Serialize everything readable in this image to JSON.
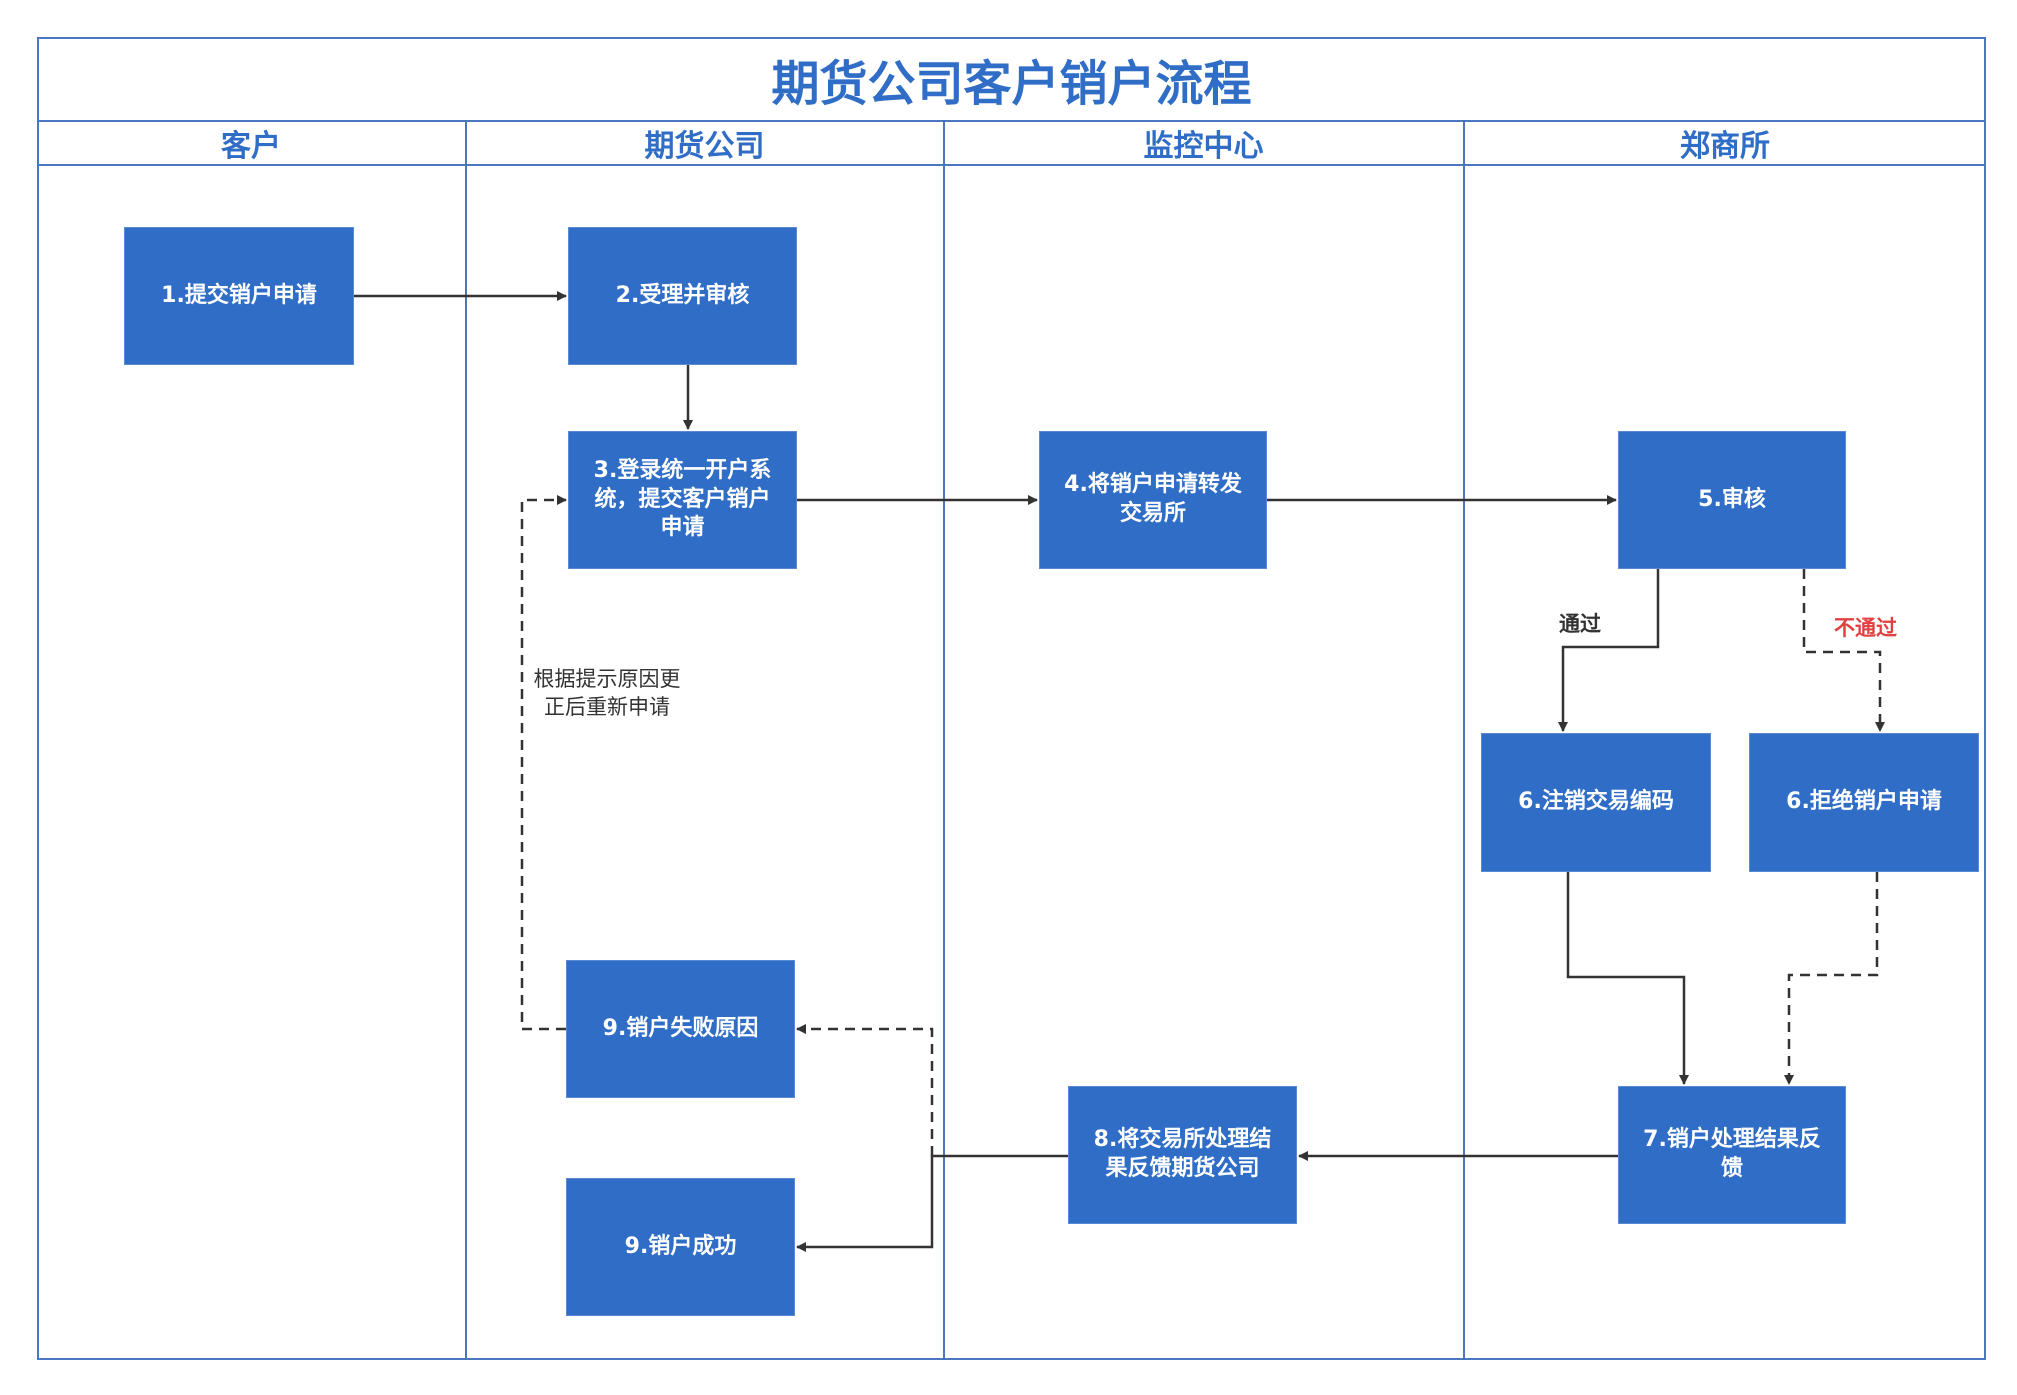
{
  "title": "期货公司客户销户流程",
  "lanes": [
    {
      "label": "客户"
    },
    {
      "label": "期货公司"
    },
    {
      "label": "监控中心"
    },
    {
      "label": "郑商所"
    }
  ],
  "steps": {
    "s1": "1.提交销户申请",
    "s2": "2.受理并审核",
    "s3": "3.登录统一开户系统，提交客户销户申请",
    "s4": "4.将销户申请转发交易所",
    "s5": "5.审核",
    "s6a": "6.注销交易编码",
    "s6b": "6.拒绝销户申请",
    "s7": "7.销户处理结果反馈",
    "s8": "8.将交易所处理结果反馈期货公司",
    "s9a": "9.销户失败原因",
    "s9b": "9.销户成功"
  },
  "edge_labels": {
    "pass": "通过",
    "fail": "不通过",
    "retry_note": "根据提示原因更正后重新申请"
  },
  "colors": {
    "primary": "#2f6dc6",
    "border": "#4a78c0",
    "arrow": "#333333",
    "reject": "#e04040"
  }
}
